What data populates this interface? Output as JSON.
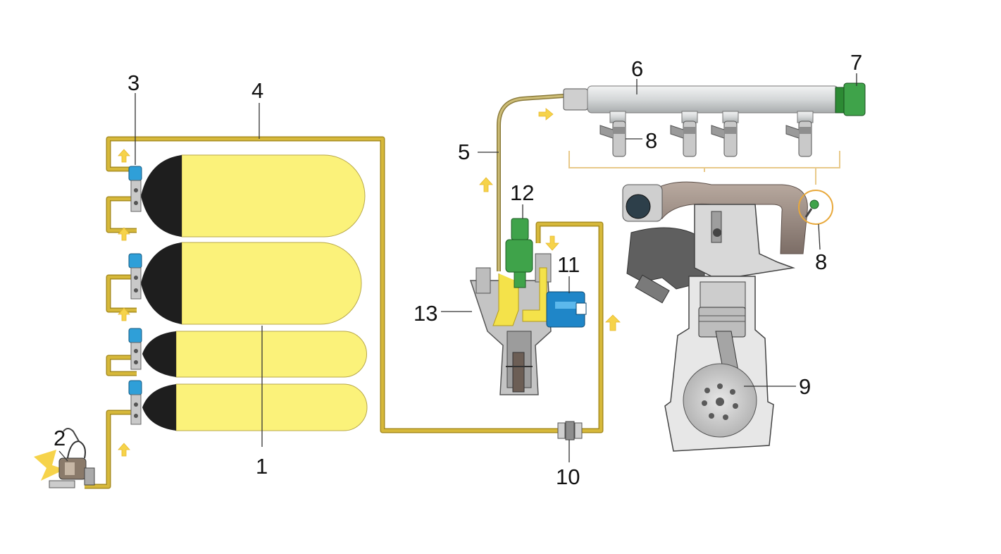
{
  "labels": {
    "n1": "1",
    "n2": "2",
    "n3": "3",
    "n4": "4",
    "n5": "5",
    "n6": "6",
    "n7": "7",
    "n8a": "8",
    "n8b": "8",
    "n9": "9",
    "n10": "10",
    "n11": "11",
    "n12": "12",
    "n13": "13"
  },
  "colors": {
    "gas_line": "#d6b83a",
    "tank_fill": "#fbf27a",
    "tank_dark": "#1e1e1e",
    "valve_blue": "#2f9fd8",
    "solenoid_blue": "#1f86c8",
    "filter_green": "#3fa34a",
    "rail_grey": "#d4d7d8",
    "arrow_yellow": "#f6d34a"
  },
  "icons": {
    "arrow": "up-arrow-icon",
    "filler": "filler-neck-icon",
    "injector": "injector-icon",
    "sensor": "pressure-sensor-icon"
  }
}
